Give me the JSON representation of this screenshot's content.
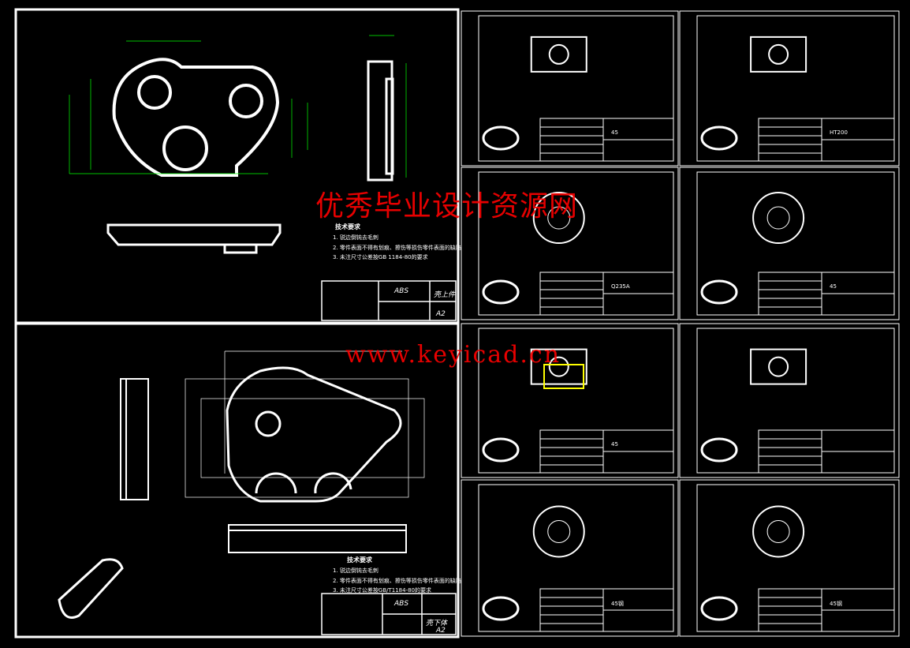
{
  "sheet_top": {
    "notes_title": "技术要求",
    "notes": [
      "1. 锐边倒钝去毛刺",
      "2. 零件表面不得有划痕、擦伤等损伤零件表面的缺陷",
      "3. 未注尺寸公差按GB 1184-80的要求"
    ],
    "material": "ABS",
    "part_name": "壳上件",
    "sheet_size": "A2"
  },
  "sheet_bottom": {
    "notes_title": "技术要求",
    "notes": [
      "1. 锐边倒钝去毛刺",
      "2. 零件表面不得有划痕、擦伤等损伤零件表面的缺陷",
      "3. 未注尺寸公差按GB/T1184-80的要求"
    ],
    "material": "ABS",
    "part_name": "壳下体",
    "sheet_size": "A2"
  },
  "small_sheets": [
    {
      "material": "45"
    },
    {
      "material": "HT200"
    },
    {
      "material": "Q235A"
    },
    {
      "material": "45"
    },
    {
      "material": "45"
    },
    {
      "material": ""
    },
    {
      "material": "45钢"
    },
    {
      "material": "45钢"
    }
  ],
  "watermark": {
    "line1": "优秀毕业设计资源网",
    "line2": "www.keyicad.cn"
  },
  "colors": {
    "background": "#000000",
    "lines": "#ffffff",
    "dims": "#00ff00",
    "watermark": "#ff0000",
    "highlight": "#ffff00"
  }
}
